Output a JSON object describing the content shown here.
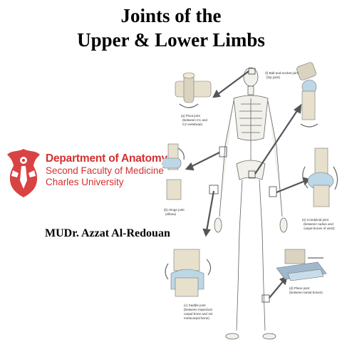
{
  "title": {
    "line1": "Joints of the",
    "line2": "Upper & Lower Limbs"
  },
  "department": {
    "name": "Department of Anatomy",
    "faculty": "Second Faculty of Medicine",
    "university": "Charles University"
  },
  "author": "MUDr. Azzat Al-Redouan",
  "figure": {
    "pivot": {
      "l1": "(a) Pivot joint",
      "l2": "(between C1 and",
      "l3": "C2 vertebrae)"
    },
    "hinge": {
      "l1": "(b) Hinge joint",
      "l2": "(elbow)"
    },
    "saddle": {
      "l1": "(c) Saddle joint",
      "l2": "(between trapezium",
      "l3": "carpal bone and 1st",
      "l4": "metacarpal bone)"
    },
    "plane": {
      "l1": "(d) Plane joint",
      "l2": "(between tarsal bones)"
    },
    "condyloid": {
      "l1": "(e) Condyloid joint",
      "l2": "(between radius and",
      "l3": "carpal bones of wrist)"
    },
    "ballsocket": {
      "l1": "(f) Ball-and-socket joint",
      "l2": "(hip joint)"
    }
  },
  "colors": {
    "dept_red": "#d52f2f",
    "bone": "#e9e4d2",
    "cartilage": "#bcd7e6",
    "arrow": "#555555"
  }
}
